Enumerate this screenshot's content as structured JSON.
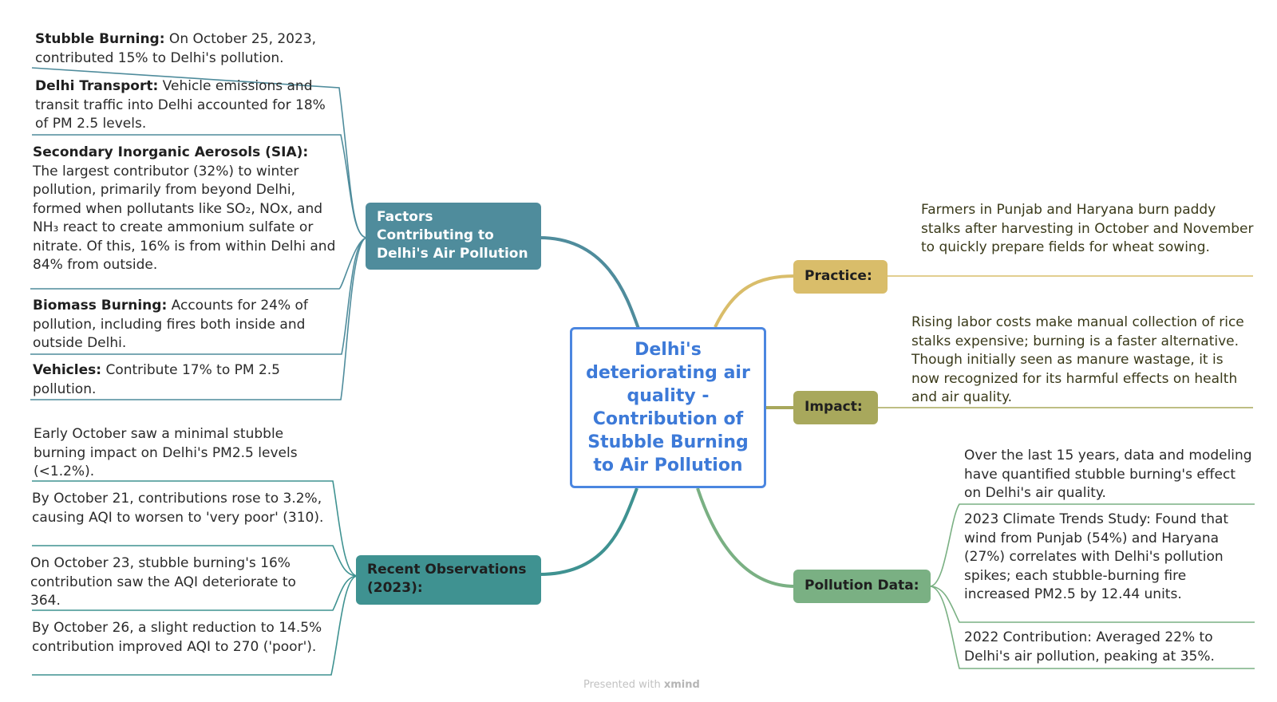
{
  "central_topic": "Delhi's deteriorating air quality - Contribution of Stubble Burning to Air Pollution",
  "factors": {
    "label": "Factors Contributing to Delhi's Air Pollution",
    "items": [
      {
        "title": "Stubble Burning:",
        "text": " On October 25, 2023, contributed 15% to Delhi's pollution."
      },
      {
        "title": "Delhi Transport:",
        "text": " Vehicle emissions and transit traffic into Delhi accounted for 18% of PM 2.5 levels."
      },
      {
        "title": "Secondary Inorganic Aerosols (SIA):",
        "text": " The largest contributor (32%) to winter pollution, primarily from beyond Delhi, formed when pollutants like SO₂, NOx, and NH₃ react to create ammonium sulfate or nitrate. Of this, 16% is from within Delhi and 84% from outside."
      },
      {
        "title": "Biomass Burning:",
        "text": " Accounts for 24% of pollution, including fires both inside and outside Delhi."
      },
      {
        "title": "Vehicles:",
        "text": " Contribute 17% to PM 2.5 pollution."
      }
    ]
  },
  "recent": {
    "label": "Recent Observations (2023):",
    "items": [
      "Early October saw a minimal stubble burning impact on Delhi's PM2.5 levels (<1.2%).",
      "By October 21, contributions rose to 3.2%, causing AQI to worsen to 'very poor' (310).",
      "On October 23, stubble burning's 16% contribution saw the AQI deteriorate to 364.",
      "By October 26, a slight reduction to 14.5% contribution improved AQI to 270 ('poor')."
    ]
  },
  "practice": {
    "label": "Practice:",
    "text": "Farmers in Punjab and Haryana burn paddy stalks after harvesting in October and November to quickly prepare fields for wheat sowing."
  },
  "impact": {
    "label": "Impact:",
    "text": "Rising labor costs make manual collection of rice stalks expensive; burning is a faster alternative. Though initially seen as manure wastage, it is now recognized for its harmful effects on health and air quality."
  },
  "pollution": {
    "label": "Pollution Data:",
    "items": [
      "Over the last 15 years, data and modeling have quantified stubble burning's effect on Delhi's air quality.",
      "2023 Climate Trends Study: Found that wind from Punjab (54%) and Haryana (27%) correlates with Delhi's pollution spikes; each stubble-burning fire increased PM2.5 by 12.44 units.",
      "2022 Contribution: Averaged 22% to Delhi's air pollution, peaking at 35%."
    ]
  },
  "footer": {
    "prefix": "Presented with ",
    "brand": "xmind"
  },
  "colors": {
    "central_border": "#4b86e0",
    "factors": "#4f8c9c",
    "recent": "#3f9291",
    "practice": "#d9bd6a",
    "impact": "#a8a85c",
    "pollution": "#7ab083"
  }
}
